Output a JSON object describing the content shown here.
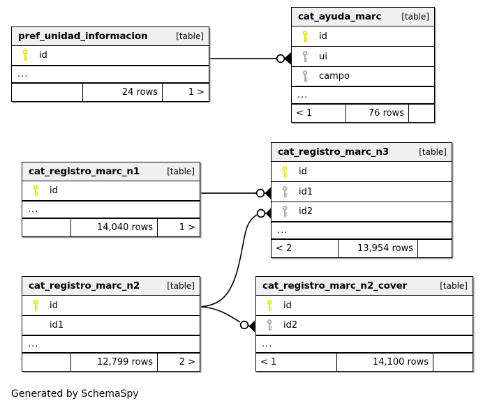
{
  "diagram": {
    "generator_note": "Generated by SchemaSpy",
    "kind_label": "[table]",
    "ellipsis": "...",
    "colors": {
      "primary_key": "#e8e800",
      "foreign_key": "#b0b0b0",
      "header_bg": "#f0f0f0",
      "border": "#000000",
      "background": "#ffffff"
    }
  },
  "tables": [
    {
      "id": "pref_unidad_informacion",
      "name": "pref_unidad_informacion",
      "kind": "[table]",
      "columns": [
        {
          "name": "id",
          "key": "primary"
        }
      ],
      "ellipsis": "...",
      "footer": {
        "left": "",
        "middle": "24 rows",
        "right": "1 >"
      }
    },
    {
      "id": "cat_ayuda_marc",
      "name": "cat_ayuda_marc",
      "kind": "[table]",
      "columns": [
        {
          "name": "id",
          "key": "primary"
        },
        {
          "name": "ui",
          "key": "foreign"
        },
        {
          "name": "campo",
          "key": "foreign"
        }
      ],
      "ellipsis": "...",
      "footer": {
        "left": "< 1",
        "middle": "76 rows",
        "right": ""
      }
    },
    {
      "id": "cat_registro_marc_n1",
      "name": "cat_registro_marc_n1",
      "kind": "[table]",
      "columns": [
        {
          "name": "id",
          "key": "primary"
        }
      ],
      "ellipsis": "...",
      "footer": {
        "left": "",
        "middle": "14,040 rows",
        "right": "1 >"
      }
    },
    {
      "id": "cat_registro_marc_n3",
      "name": "cat_registro_marc_n3",
      "kind": "[table]",
      "columns": [
        {
          "name": "id",
          "key": "primary"
        },
        {
          "name": "id1",
          "key": "foreign"
        },
        {
          "name": "id2",
          "key": "foreign"
        }
      ],
      "ellipsis": "...",
      "footer": {
        "left": "< 2",
        "middle": "13,954 rows",
        "right": ""
      }
    },
    {
      "id": "cat_registro_marc_n2",
      "name": "cat_registro_marc_n2",
      "kind": "[table]",
      "columns": [
        {
          "name": "id",
          "key": "primary"
        },
        {
          "name": "id1",
          "key": "none"
        }
      ],
      "ellipsis": "...",
      "footer": {
        "left": "",
        "middle": "12,799 rows",
        "right": "2 >"
      }
    },
    {
      "id": "cat_registro_marc_n2_cover",
      "name": "cat_registro_marc_n2_cover",
      "kind": "[table]",
      "columns": [
        {
          "name": "id",
          "key": "primary"
        },
        {
          "name": "id2",
          "key": "foreign"
        }
      ],
      "ellipsis": "...",
      "footer": {
        "left": "< 1",
        "middle": "14,100 rows",
        "right": ""
      }
    }
  ],
  "relationships": [
    {
      "from": "pref_unidad_informacion.id",
      "to": "cat_ayuda_marc.ui",
      "optional": true,
      "many": true
    },
    {
      "from": "cat_registro_marc_n1.id",
      "to": "cat_registro_marc_n3.id1",
      "optional": true,
      "many": true
    },
    {
      "from": "cat_registro_marc_n2.id",
      "to": "cat_registro_marc_n3.id2",
      "optional": true,
      "many": true
    },
    {
      "from": "cat_registro_marc_n2.id",
      "to": "cat_registro_marc_n2_cover.id2",
      "optional": true,
      "many": true
    }
  ]
}
